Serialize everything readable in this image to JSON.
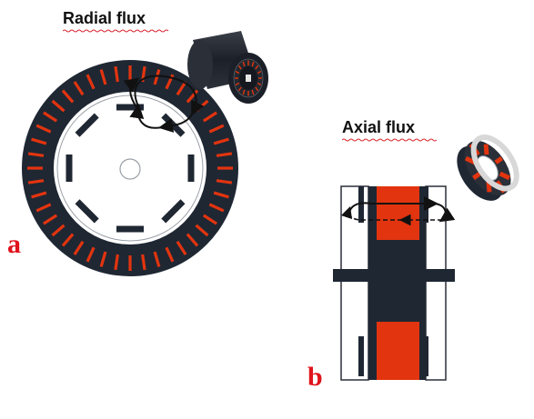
{
  "labels": {
    "radial_title": "Radial flux",
    "axial_title": "Axial flux",
    "panel_a": "a",
    "panel_b": "b"
  },
  "colors": {
    "stator_dark": "#1f2733",
    "magnet_red": "#e2340f",
    "rotor_white": "#ffffff",
    "panel_letter": "#e0141c",
    "spellcheck_underline": "#d9272e"
  },
  "radial_machine": {
    "stator_slot_count": 44,
    "rotor_magnet_count": 8
  },
  "icons": [
    "radial-motor-3d-icon",
    "axial-motor-3d-icon"
  ]
}
